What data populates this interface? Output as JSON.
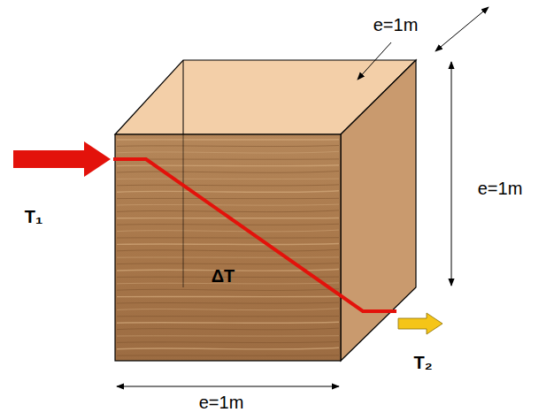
{
  "diagram": {
    "labels": [
      "e=1m",
      "e=1m",
      "T₁",
      "ΔT",
      "e=1m",
      "T₂"
    ]
  }
}
